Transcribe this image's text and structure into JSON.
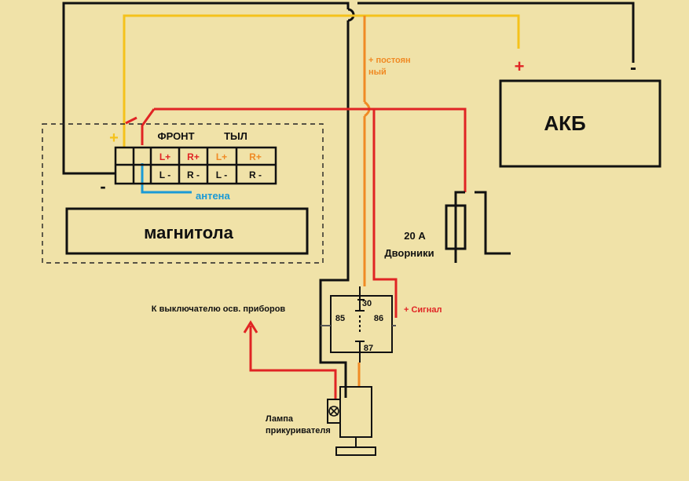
{
  "colors": {
    "background": "#f0e2a8",
    "wire_black": "#111111",
    "wire_red": "#e02424",
    "wire_yellow": "#f5c21b",
    "wire_orange": "#f08a24",
    "wire_blue": "#1a9ad6",
    "wire_gray": "#555555"
  },
  "battery": {
    "label": "АКБ",
    "plus": "+",
    "minus": "-"
  },
  "radio": {
    "label": "магнитола",
    "front_label": "ФРОНТ",
    "rear_label": "ТЫЛ",
    "plus_label": "+",
    "minus_label": "-",
    "antenna_label": "антена",
    "outputs": {
      "front_left_plus": "L+",
      "front_right_plus": "R+",
      "rear_left_plus": "L+",
      "rear_right_plus": "R+",
      "front_left_minus": "L -",
      "front_right_minus": "R -",
      "rear_left_minus": "L -",
      "rear_right_minus": "R -"
    }
  },
  "constant_plus_label": {
    "line1": "+ постоян",
    "line2": "ный"
  },
  "fuse": {
    "rating": "20 А",
    "name": "Дворники"
  },
  "relay": {
    "pin30": "30",
    "pin85": "85",
    "pin86": "86",
    "pin87": "87"
  },
  "signal_label": "+ Сигнал",
  "switch_label": "К выключателю осв. приборов",
  "lighter_label": {
    "line1": "Лампа",
    "line2": "прикуривателя"
  }
}
